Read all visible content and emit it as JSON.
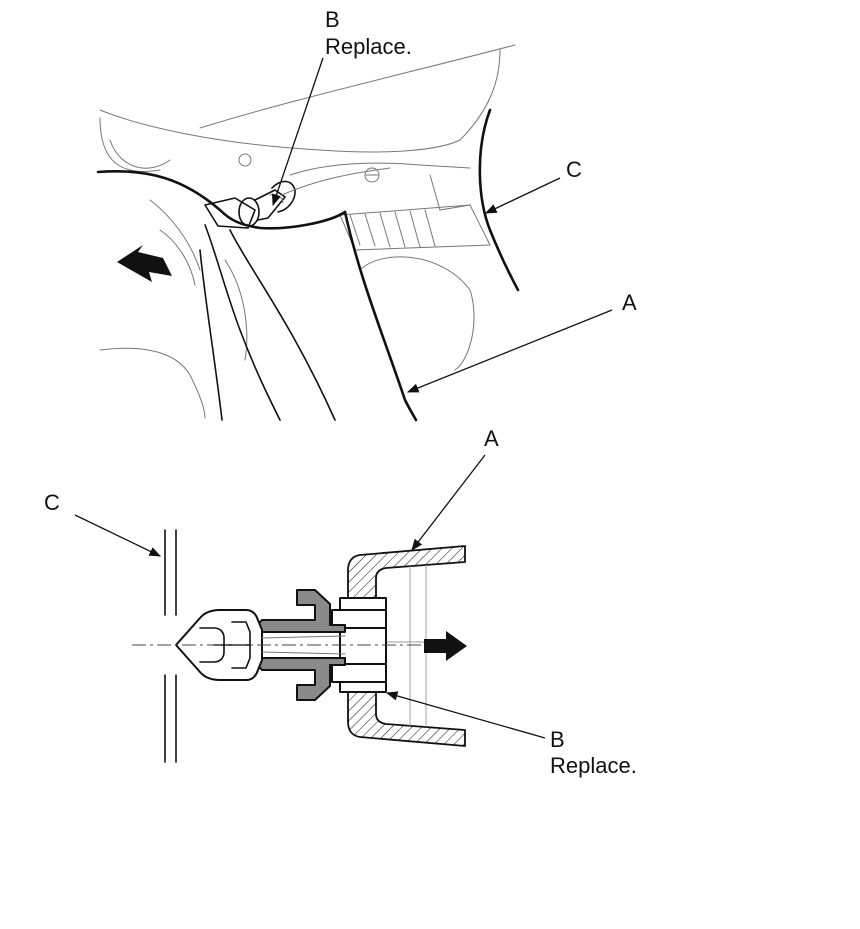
{
  "top_view": {
    "label_b_letter": "B",
    "label_b_note": "Replace.",
    "label_c": "C",
    "label_a": "A"
  },
  "section_view": {
    "label_a": "A",
    "label_c": "C",
    "label_b_letter": "B",
    "label_b_note": "Replace."
  },
  "colors": {
    "line": "#111111",
    "clip_shade": "#8a8a8a",
    "background": "#ffffff"
  }
}
